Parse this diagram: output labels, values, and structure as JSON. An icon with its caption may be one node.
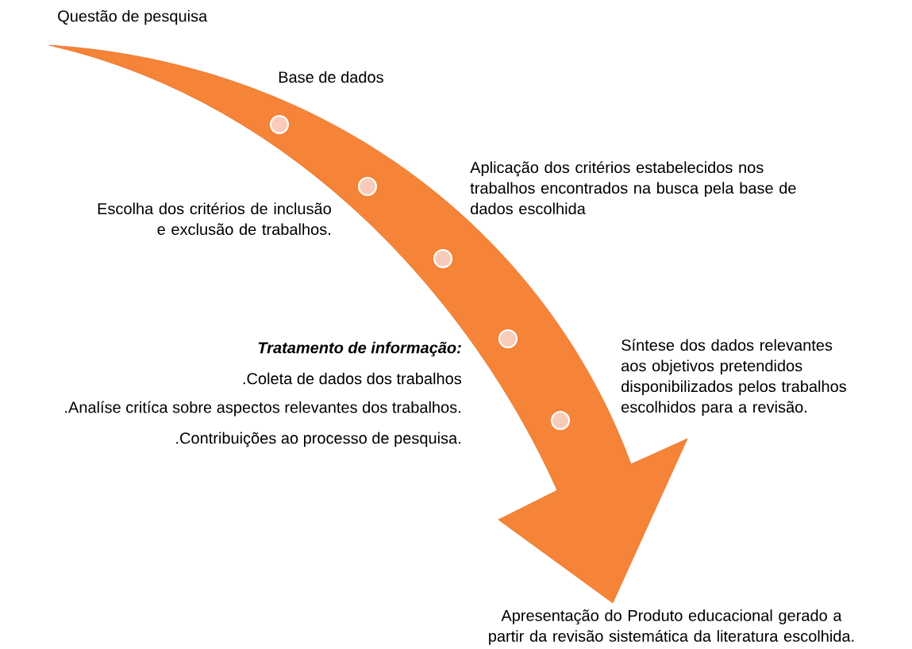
{
  "diagram": {
    "labels": [
      "Questão de pesquisa",
      "Base de dados",
      "Aplicação dos critérios estabelecidos nos trabalhos encontrados na busca pela base de dados escolhida",
      "Escolha dos critérios de inclusão e exclusão de trabalhos.",
      "Tratamento de informação:",
      ".Coleta de dados dos trabalhos",
      ".Analíse critíca sobre aspectos relevantes dos trabalhos.",
      ".Contribuições ao processo de pesquisa.",
      "Síntese dos dados relevantes aos objetivos pretendidos disponibilizados pelos trabalhos escolhidos para a revisão.",
      "Apresentação do Produto educacional gerado a partir da revisão sistemática da literatura escolhida."
    ]
  }
}
